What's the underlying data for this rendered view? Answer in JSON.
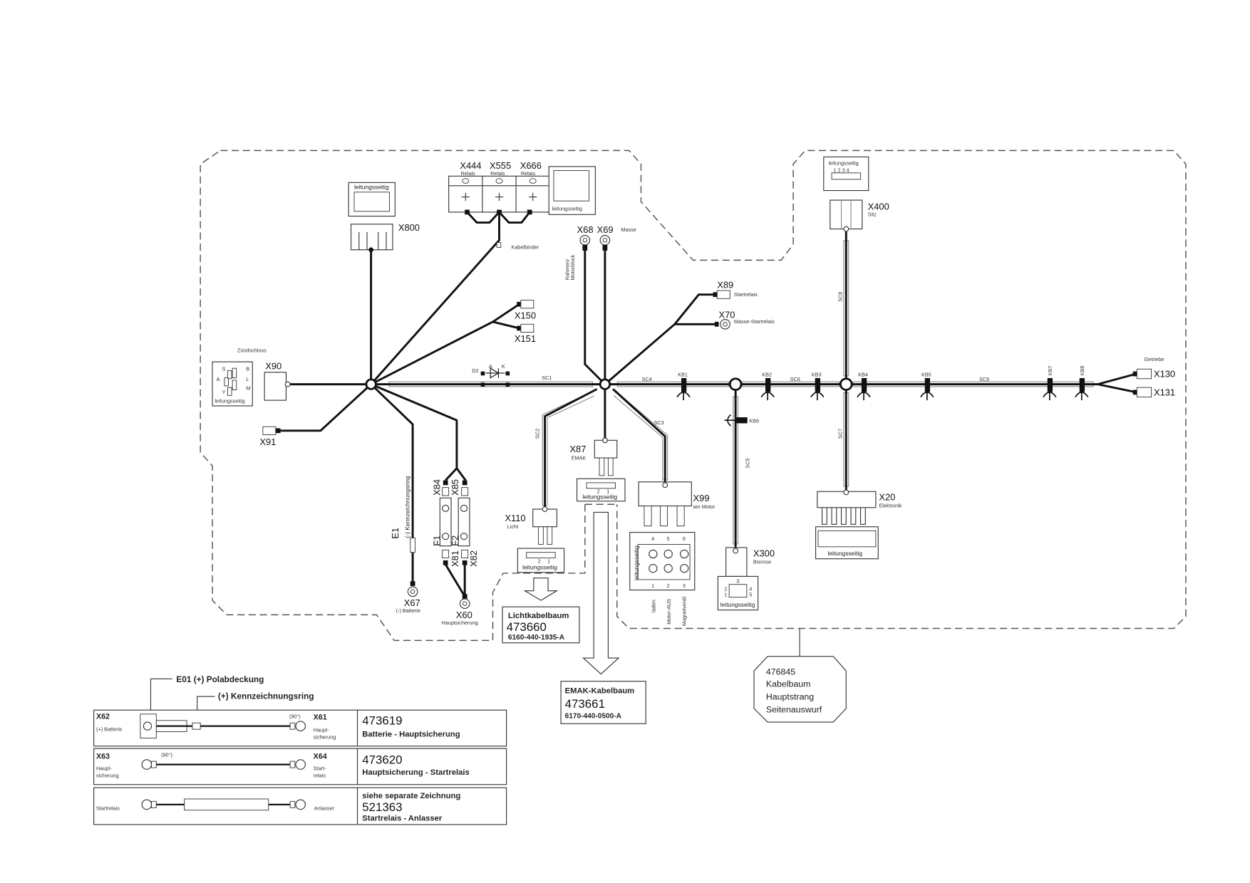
{
  "labels": {
    "leitungsseitig": "leitungsseitig",
    "kabelbinder": "Kabelbinder",
    "zuendschloss": "Zündschloss",
    "getriebe": "Getriebe",
    "masse": "Masse",
    "rahmen_1": "Rahmen/",
    "rahmen_2": "Motorblock"
  },
  "connectors": {
    "x800": {
      "id": "X800"
    },
    "x444": {
      "id": "X444",
      "desc": "Relais"
    },
    "x555": {
      "id": "X555",
      "desc": "Relais"
    },
    "x666": {
      "id": "X666",
      "desc": "Relais"
    },
    "x68": {
      "id": "X68"
    },
    "x69": {
      "id": "X69"
    },
    "x89": {
      "id": "X89",
      "desc": "Startrelais"
    },
    "x70": {
      "id": "X70",
      "desc": "Masse-Startrelais"
    },
    "x150": {
      "id": "X150"
    },
    "x151": {
      "id": "X151"
    },
    "x90": {
      "id": "X90"
    },
    "x91": {
      "id": "X91"
    },
    "x400": {
      "id": "X400",
      "desc": "Sitz"
    },
    "x130": {
      "id": "X130"
    },
    "x131": {
      "id": "X131"
    },
    "x87": {
      "id": "X87",
      "desc": "EMAK"
    },
    "x110": {
      "id": "X110",
      "desc": "Licht"
    },
    "x99": {
      "id": "X99",
      "desc": "am Motor"
    },
    "x300": {
      "id": "X300",
      "desc": "Bremse"
    },
    "x20": {
      "id": "X20",
      "desc": "Elektronik"
    },
    "x67": {
      "id": "X67",
      "desc": "(-) Batterie"
    },
    "x60": {
      "id": "X60",
      "desc": "Hauptsicherung"
    },
    "x84": {
      "id": "X84"
    },
    "x85": {
      "id": "X85"
    },
    "x81": {
      "id": "X81"
    },
    "x82": {
      "id": "X82"
    }
  },
  "fuses": {
    "f1": "F1",
    "f2": "F2"
  },
  "e1": {
    "id": "E1",
    "desc": "(-) Kennzeichnungsring"
  },
  "diode": {
    "id": "D2",
    "anode": "A",
    "cathode": "K"
  },
  "ignition_pins": {
    "s": "S",
    "b": "B",
    "a": "A",
    "l": "L",
    "y": "Y",
    "m": "M"
  },
  "x400_pins": "1 2 3 4",
  "two_pin": {
    "p2": "2",
    "p1": "1"
  },
  "x99_pins": {
    "top": [
      "4",
      "5",
      "6"
    ],
    "bottom": [
      "1",
      "2",
      "3"
    ],
    "functions": [
      "laden",
      "Motor-AUS",
      "Magnetventil"
    ]
  },
  "x300_pins": {
    "p1": "1",
    "p2": "2",
    "p3": "3",
    "p4": "4",
    "p5": "5"
  },
  "segments": {
    "sc1": "SC1",
    "sc2": "SC2",
    "sc3": "SC3",
    "sc4": "SC4",
    "sc5": "SC5",
    "sc6": "SC6",
    "sc7": "SC7",
    "sc8": "SC8",
    "sc9": "SC9"
  },
  "clips": {
    "kb1": "KB1",
    "kb2": "KB2",
    "kb3": "KB3",
    "kb4": "KB4",
    "kb5": "KB5",
    "kb6": "KB6",
    "kb7": "KB7",
    "kb8": "KB8"
  },
  "subharness": {
    "licht": {
      "title": "Lichtkabelbaum",
      "number": "473660",
      "code": "6160-440-1935-A"
    },
    "emak": {
      "title": "EMAK-Kabelbaum",
      "number": "473661",
      "code": "6170-440-0500-A"
    },
    "main": {
      "number": "476845",
      "line1": "Kabelbaum",
      "line2": "Hauptstrang",
      "line3": "Seitenauswurf"
    }
  },
  "cables": {
    "callout_cover": "E01 (+) Polabdeckung",
    "callout_ring": "(+) Kennzeichnungsring",
    "rows": [
      {
        "left_id": "X62",
        "left_desc": "(+) Batterie",
        "angle": "(90°)",
        "right_id": "X61",
        "right_desc_1": "Haupt-",
        "right_desc_2": "sicherung",
        "number": "473619",
        "name": "Batterie - Hauptsicherung"
      },
      {
        "left_id": "X63",
        "left_desc_1": "Haupt-",
        "left_desc_2": "sicherung",
        "angle": "(90°)",
        "right_id": "X64",
        "right_desc_1": "Start-",
        "right_desc_2": "relais",
        "number": "473620",
        "name": "Hauptsicherung - Startrelais"
      },
      {
        "left_desc": "Startrelais",
        "right_desc": "Anlasser",
        "note": "siehe separate Zeichnung",
        "number": "521363",
        "name": "Startrelais - Anlasser"
      }
    ]
  }
}
